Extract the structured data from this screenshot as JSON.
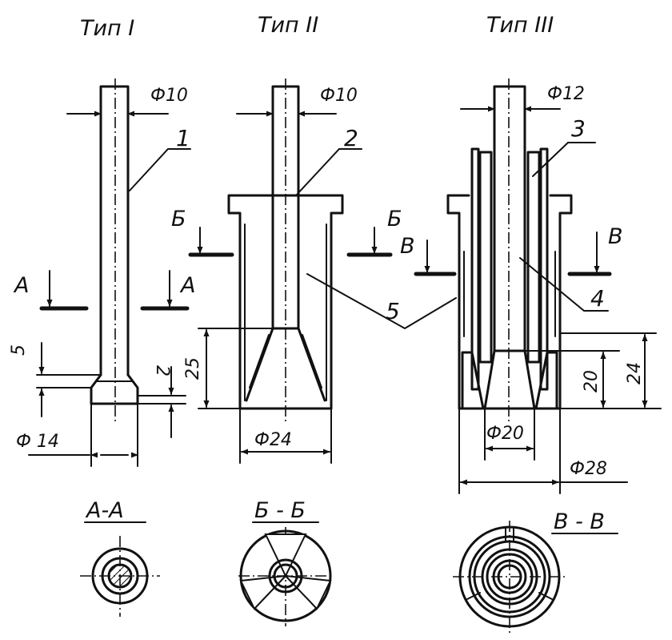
{
  "types": {
    "t1": "Тип I",
    "t2": "Тип II",
    "t3": "Тип III"
  },
  "dims": {
    "d10a": "Ф10",
    "d10b": "Ф10",
    "d12": "Ф12",
    "d14": "Ф 14",
    "d24": "Ф24",
    "d20": "Ф20",
    "d28": "Ф28",
    "h5": "5",
    "h2": "2",
    "h25": "25",
    "h20": "20",
    "h24": "24"
  },
  "callouts": [
    "1",
    "2",
    "3",
    "4",
    "5"
  ],
  "cut_letters": {
    "a_left": "А",
    "a_right": "А",
    "b_left": "Б",
    "b_right": "Б",
    "v_left": "В",
    "v_right": "В"
  },
  "sections": {
    "aa": "А-А",
    "bb": "Б - Б",
    "vv": "В - В"
  }
}
